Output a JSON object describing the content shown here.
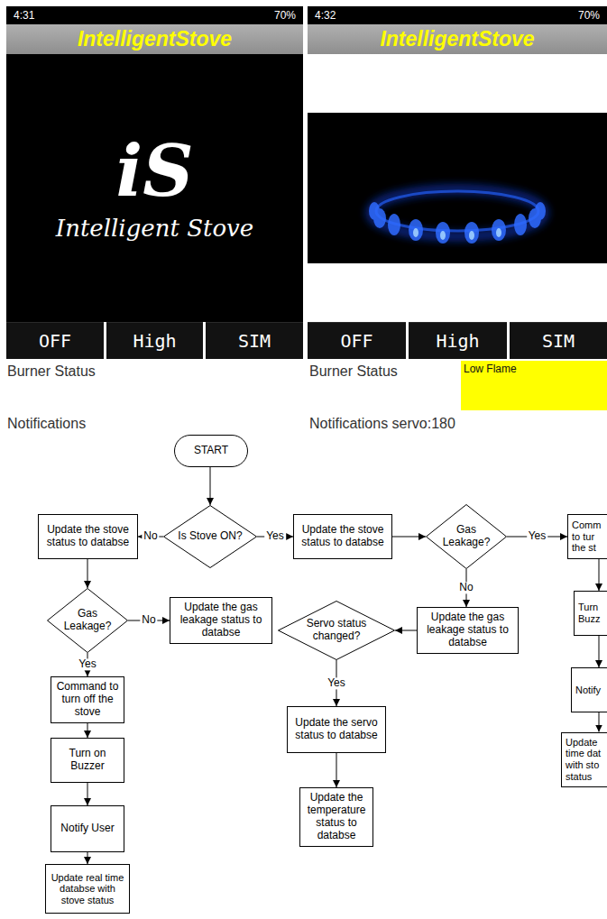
{
  "diagram": {
    "nodes": [
      {
        "text": [
          "4:31",
          "70%"
        ]
      },
      {
        "text": [
          "IntelligentStove"
        ]
      },
      {
        "text": [
          "iS",
          "Intelligent Stove"
        ]
      },
      {
        "text": [
          "OFF"
        ]
      },
      {
        "text": [
          "High"
        ]
      },
      {
        "text": [
          "SIM"
        ]
      },
      {
        "text": [
          "4:32",
          "70%"
        ]
      },
      {
        "text": [
          "IntelligentStove"
        ]
      },
      {
        "text": [
          "OFF"
        ]
      },
      {
        "text": [
          "High"
        ]
      },
      {
        "text": [
          "SIM"
        ]
      },
      {
        "text": [
          "Low Flame"
        ]
      },
      {
        "text": [
          "START"
        ]
      },
      {
        "text": [
          "Update the stove status to databse"
        ]
      },
      {
        "text": [
          "Is Stove ON?"
        ]
      },
      {
        "text": [
          "Update the stove status to databse"
        ]
      },
      {
        "text": [
          "Gas Leakage?"
        ]
      },
      {
        "text": [
          "Comm to tur the st"
        ]
      },
      {
        "text": [
          "Gas Leakage?"
        ]
      },
      {
        "text": [
          "Update the gas leakage status to databse"
        ]
      },
      {
        "text": [
          "Servo status changed?"
        ]
      },
      {
        "text": [
          "Update the gas leakage status to databse"
        ]
      },
      {
        "text": [
          "Turn Buzz"
        ]
      },
      {
        "text": [
          "Notify"
        ]
      },
      {
        "text": [
          "Command to turn off the stove"
        ]
      },
      {
        "text": [
          "Update the servo status to databse"
        ]
      },
      {
        "text": [
          "Turn on Buzzer"
        ]
      },
      {
        "text": [
          "Update time dat with sto status"
        ]
      },
      {
        "text": [
          "Update the temperature status to databse"
        ]
      },
      {
        "text": [
          "Notify User"
        ]
      },
      {
        "text": [
          "Update real time databse with stove status"
        ]
      }
    ],
    "edges": [
      {
        "from": 12,
        "to": 14,
        "arrow": "to"
      },
      {
        "from": 14,
        "to": 13,
        "arrow": "to",
        "label": "No"
      },
      {
        "from": 14,
        "to": 15,
        "arrow": "to",
        "label": "Yes"
      },
      {
        "from": 13,
        "to": 18,
        "arrow": "to"
      },
      {
        "from": 18,
        "to": 19,
        "arrow": "to",
        "label": "No"
      },
      {
        "from": 18,
        "to": 24,
        "arrow": "to",
        "label": "Yes"
      },
      {
        "from": 24,
        "to": 26,
        "arrow": "to"
      },
      {
        "from": 26,
        "to": 29,
        "arrow": "to"
      },
      {
        "from": 29,
        "to": 30,
        "arrow": "to"
      },
      {
        "from": 15,
        "to": 16,
        "arrow": "to"
      },
      {
        "from": 16,
        "to": 17,
        "arrow": "to",
        "label": "Yes"
      },
      {
        "from": 16,
        "to": 21,
        "arrow": "to",
        "label": "No"
      },
      {
        "from": 21,
        "to": 20,
        "arrow": "to"
      },
      {
        "from": 20,
        "to": 25,
        "arrow": "to",
        "label": "Yes"
      },
      {
        "from": 25,
        "to": 28,
        "arrow": "to"
      },
      {
        "from": 17,
        "to": 22,
        "arrow": "to"
      },
      {
        "from": 22,
        "to": 23,
        "arrow": "to"
      },
      {
        "from": 23,
        "to": 27,
        "arrow": "to"
      }
    ],
    "labels": [
      "Burner Status",
      "Notifications",
      "Burner Status",
      "Notifications servo:180"
    ]
  }
}
